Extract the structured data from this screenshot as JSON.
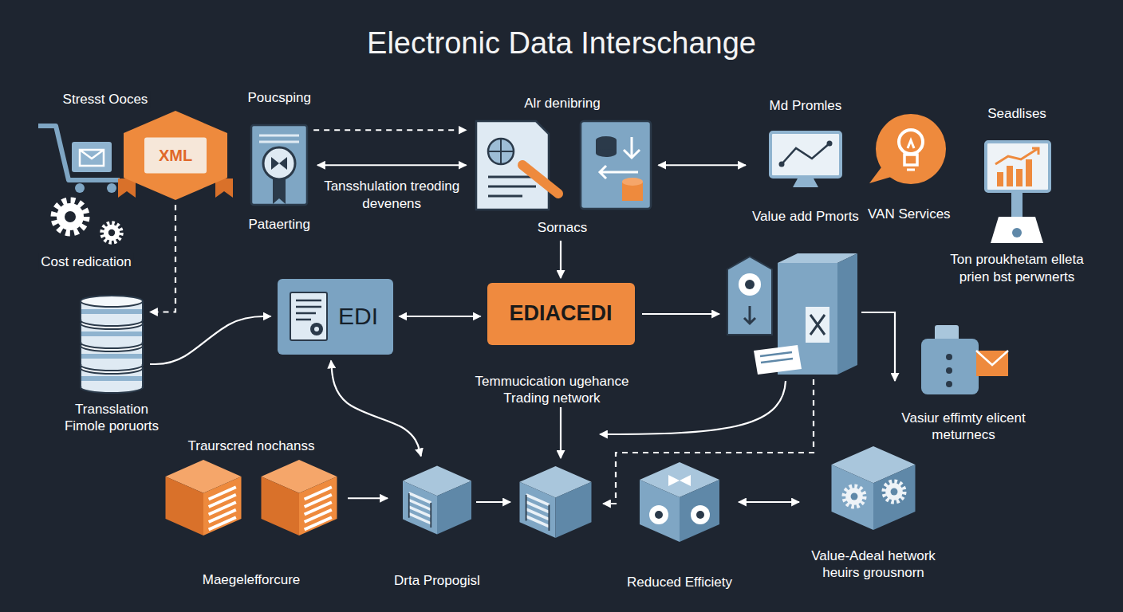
{
  "diagram": {
    "title": "Electronic Data Interschange",
    "nodes": [
      {
        "text": [
          "XML"
        ]
      },
      {
        "text": [
          "Poucsping",
          "Pataerting"
        ]
      },
      {
        "text": [
          "Alr denibring",
          "Sornacs"
        ]
      },
      {
        "text": [
          "Md Promles",
          "Value add Pmorts"
        ]
      },
      {
        "text": [
          "VAN Services"
        ]
      },
      {
        "text": [
          "Seadlises",
          "Ton proukhetam elleta prien bst perwnerts"
        ]
      },
      {
        "text": [
          "Transslation Fimole poruorts"
        ]
      },
      {
        "text": [
          "EDI"
        ]
      },
      {
        "text": [
          "EDIACEDI"
        ]
      },
      {
        "text": [
          "Vasiur effimty elicent meturnecs"
        ]
      },
      {
        "text": [
          "Traurscred nochanss",
          "Maegelefforcure"
        ]
      },
      {
        "text": [
          "Drta Propogisl"
        ]
      },
      {
        "text": [
          "Reduced Efficiety"
        ]
      },
      {
        "text": [
          "Value-Adeal hetwork heuirs grousnorn"
        ]
      }
    ],
    "edges": [
      {
        "from": 1,
        "to": 2,
        "arrow": "both",
        "label": "Tansshulation treoding devenens"
      },
      {
        "from": 1,
        "to": 2,
        "arrow": "to"
      },
      {
        "from": 2,
        "to": 3,
        "arrow": "both"
      },
      {
        "from": 2,
        "to": 8,
        "arrow": "to"
      },
      {
        "from": 7,
        "to": 8,
        "arrow": "both"
      },
      {
        "from": 0,
        "to": 6,
        "arrow": "to"
      },
      {
        "from": 6,
        "to": 7,
        "arrow": "to"
      },
      {
        "from": 7,
        "to": 11,
        "arrow": "both"
      },
      {
        "from": 10,
        "to": 11,
        "arrow": "to"
      },
      {
        "from": 12,
        "to": 13,
        "arrow": "both"
      }
    ],
    "labels": [
      "Stresst Ooces",
      "Cost redication",
      "Temmucication ugehance Trading network"
    ]
  }
}
